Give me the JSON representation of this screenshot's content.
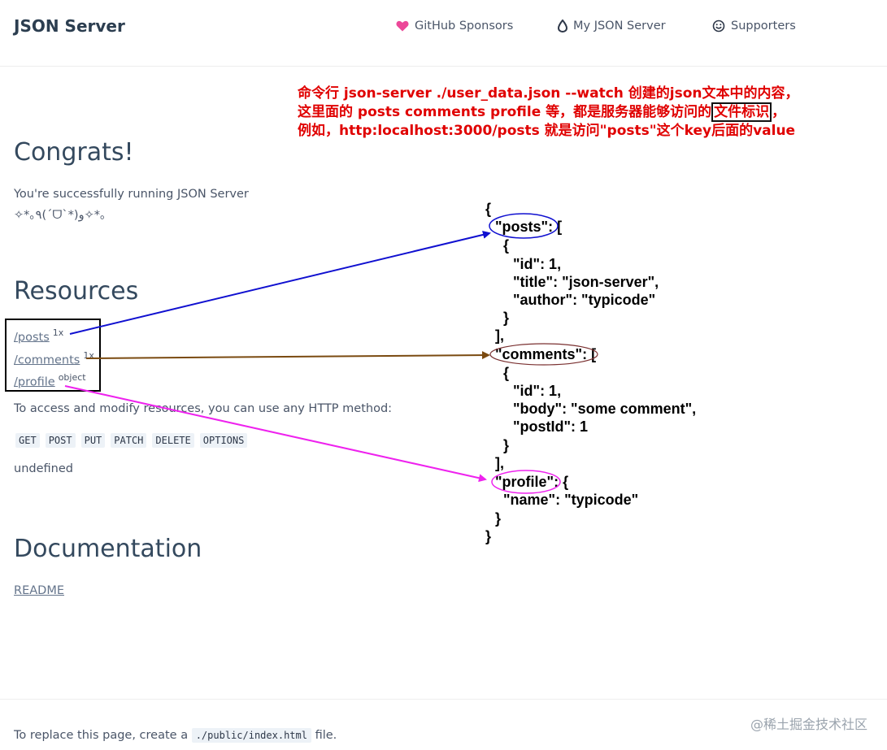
{
  "header": {
    "brand": "JSON Server",
    "nav": [
      {
        "label": "GitHub Sponsors",
        "icon": "heart-icon",
        "color": "#ec4899"
      },
      {
        "label": "My JSON Server",
        "icon": "drop-icon",
        "color": "#2d3748"
      },
      {
        "label": "Supporters",
        "icon": "smiley-icon",
        "color": "#2d3748"
      }
    ]
  },
  "congrats": {
    "title": "Congrats!",
    "line1": "You're successfully running JSON Server",
    "line2": "✧*｡٩(ˊᗜˋ*)و✧*｡"
  },
  "resources": {
    "title": "Resources",
    "items": [
      {
        "path": "/posts",
        "count": "1x"
      },
      {
        "path": "/comments",
        "count": "1x"
      },
      {
        "path": "/profile",
        "count": "object"
      }
    ],
    "access_text": "To access and modify resources, you can use any HTTP method:",
    "methods": [
      "GET",
      "POST",
      "PUT",
      "PATCH",
      "DELETE",
      "OPTIONS"
    ],
    "undefined_text": "undefined"
  },
  "documentation": {
    "title": "Documentation",
    "readme": "README"
  },
  "footer": {
    "before": "To replace this page, create a",
    "code": "./public/index.html",
    "after": "file."
  },
  "watermark": "@稀土掘金技术社区",
  "annotation": {
    "line1": "命令行 json-server ./user_data.json --watch 创建的json文本中的内容，",
    "line2_pre": "这里面的 posts comments profile 等，都是服务器能够访问的",
    "line2_boxed": "文件标识",
    "line2_post": "，",
    "line3": "例如，http:localhost:3000/posts 就是访问\"posts\"这个key后面的value"
  },
  "json_text": [
    "{",
    "\"posts\": [",
    "{",
    "\"id\": 1,",
    "\"title\": \"json-server\",",
    "\"author\": \"typicode\"",
    "}",
    "],",
    "\"comments\": [",
    "{",
    "\"id\": 1,",
    "\"body\": \"some comment\",",
    "\"postId\": 1",
    "}",
    "],",
    "\"profile\": {",
    "\"name\": \"typicode\"",
    "}",
    "}"
  ],
  "colors": {
    "arrow_posts": "#1010d0",
    "arrow_comments": "#7a4a10",
    "arrow_profile": "#ee22ee",
    "annotation": "#e00000"
  }
}
